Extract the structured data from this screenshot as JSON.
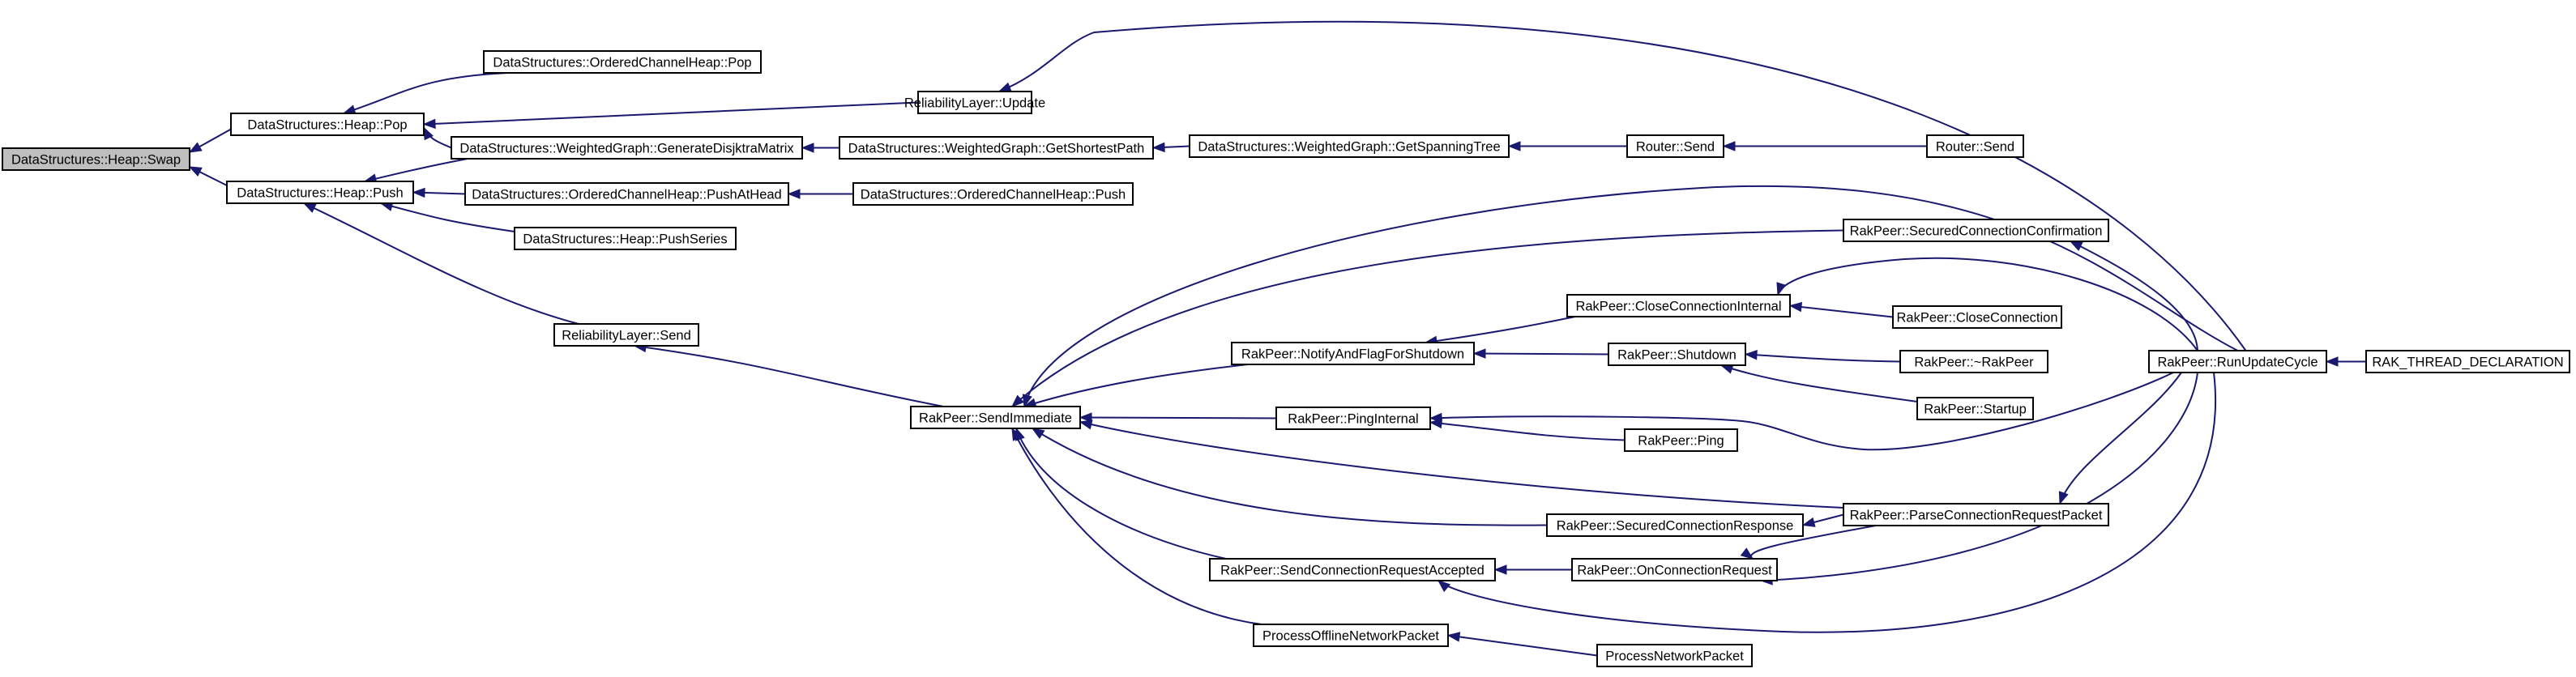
{
  "colors": {
    "edge": "#191970",
    "root_fill": "#bfbfbf",
    "node_fill": "#ffffff",
    "node_border": "#000000"
  },
  "nodes": [
    {
      "id": "swap",
      "label": "DataStructures::Heap::Swap",
      "root": true
    },
    {
      "id": "pop",
      "label": "DataStructures::Heap::Pop"
    },
    {
      "id": "push",
      "label": "DataStructures::Heap::Push"
    },
    {
      "id": "och_pop",
      "label": "DataStructures::OrderedChannelHeap::Pop"
    },
    {
      "id": "rl_update",
      "label": "ReliabilityLayer::Update"
    },
    {
      "id": "wg_gdm",
      "label": "DataStructures::WeightedGraph::GenerateDisjktraMatrix"
    },
    {
      "id": "wg_gsp",
      "label": "DataStructures::WeightedGraph::GetShortestPath"
    },
    {
      "id": "wg_gst",
      "label": "DataStructures::WeightedGraph::GetSpanningTree"
    },
    {
      "id": "router_send1",
      "label": "Router::Send"
    },
    {
      "id": "router_send2",
      "label": "Router::Send"
    },
    {
      "id": "och_pushathead",
      "label": "DataStructures::OrderedChannelHeap::PushAtHead"
    },
    {
      "id": "och_push",
      "label": "DataStructures::OrderedChannelHeap::Push"
    },
    {
      "id": "heap_pushseries",
      "label": "DataStructures::Heap::PushSeries"
    },
    {
      "id": "rl_send",
      "label": "ReliabilityLayer::Send"
    },
    {
      "id": "rp_sendimmediate",
      "label": "RakPeer::SendImmediate"
    },
    {
      "id": "rp_scc",
      "label": "RakPeer::SecuredConnectionConfirmation"
    },
    {
      "id": "rp_cci",
      "label": "RakPeer::CloseConnectionInternal"
    },
    {
      "id": "rp_closeconnection",
      "label": "RakPeer::CloseConnection"
    },
    {
      "id": "rp_nffs",
      "label": "RakPeer::NotifyAndFlagForShutdown"
    },
    {
      "id": "rp_shutdown",
      "label": "RakPeer::Shutdown"
    },
    {
      "id": "rp_dtor",
      "label": "RakPeer::~RakPeer"
    },
    {
      "id": "rp_startup",
      "label": "RakPeer::Startup"
    },
    {
      "id": "rp_ruc",
      "label": "RakPeer::RunUpdateCycle"
    },
    {
      "id": "rak_thread",
      "label": "RAK_THREAD_DECLARATION"
    },
    {
      "id": "rp_pinginternal",
      "label": "RakPeer::PingInternal"
    },
    {
      "id": "rp_ping",
      "label": "RakPeer::Ping"
    },
    {
      "id": "rp_pcrp",
      "label": "RakPeer::ParseConnectionRequestPacket"
    },
    {
      "id": "rp_scr",
      "label": "RakPeer::SecuredConnectionResponse"
    },
    {
      "id": "rp_scra",
      "label": "RakPeer::SendConnectionRequestAccepted"
    },
    {
      "id": "rp_ocr",
      "label": "RakPeer::OnConnectionRequest"
    },
    {
      "id": "ponp",
      "label": "ProcessOfflineNetworkPacket"
    },
    {
      "id": "pnp",
      "label": "ProcessNetworkPacket"
    }
  ],
  "edges": [
    {
      "from": "pop",
      "to": "swap"
    },
    {
      "from": "push",
      "to": "swap"
    },
    {
      "from": "och_pop",
      "to": "pop"
    },
    {
      "from": "rl_update",
      "to": "pop"
    },
    {
      "from": "wg_gdm",
      "to": "pop"
    },
    {
      "from": "wg_gdm",
      "to": "push"
    },
    {
      "from": "och_pushathead",
      "to": "push"
    },
    {
      "from": "heap_pushseries",
      "to": "push"
    },
    {
      "from": "rl_send",
      "to": "push"
    },
    {
      "from": "rp_ruc",
      "to": "rl_update"
    },
    {
      "from": "wg_gsp",
      "to": "wg_gdm"
    },
    {
      "from": "wg_gst",
      "to": "wg_gsp"
    },
    {
      "from": "router_send1",
      "to": "wg_gst"
    },
    {
      "from": "router_send2",
      "to": "router_send1"
    },
    {
      "from": "och_push",
      "to": "och_pushathead"
    },
    {
      "from": "rp_sendimmediate",
      "to": "rl_send"
    },
    {
      "from": "rp_ruc",
      "to": "rp_sendimmediate"
    },
    {
      "from": "rp_scc",
      "to": "rp_sendimmediate"
    },
    {
      "from": "rp_nffs",
      "to": "rp_sendimmediate"
    },
    {
      "from": "rp_pinginternal",
      "to": "rp_sendimmediate"
    },
    {
      "from": "rp_pcrp",
      "to": "rp_sendimmediate"
    },
    {
      "from": "rp_scr",
      "to": "rp_sendimmediate"
    },
    {
      "from": "rp_scra",
      "to": "rp_sendimmediate"
    },
    {
      "from": "ponp",
      "to": "rp_sendimmediate"
    },
    {
      "from": "rp_ruc",
      "to": "rp_scc"
    },
    {
      "from": "rp_cci",
      "to": "rp_nffs"
    },
    {
      "from": "rp_shutdown",
      "to": "rp_nffs"
    },
    {
      "from": "rp_ruc",
      "to": "rp_cci"
    },
    {
      "from": "rp_closeconnection",
      "to": "rp_cci"
    },
    {
      "from": "rp_dtor",
      "to": "rp_shutdown"
    },
    {
      "from": "rp_startup",
      "to": "rp_shutdown"
    },
    {
      "from": "rak_thread",
      "to": "rp_ruc"
    },
    {
      "from": "rp_ruc",
      "to": "rp_pinginternal"
    },
    {
      "from": "rp_ping",
      "to": "rp_pinginternal"
    },
    {
      "from": "rp_ruc",
      "to": "rp_pcrp"
    },
    {
      "from": "rp_pcrp",
      "to": "rp_scr"
    },
    {
      "from": "rp_ocr",
      "to": "rp_scra"
    },
    {
      "from": "rp_ruc",
      "to": "rp_scra"
    },
    {
      "from": "rp_ruc",
      "to": "rp_ocr"
    },
    {
      "from": "rp_pcrp",
      "to": "rp_ocr"
    },
    {
      "from": "pnp",
      "to": "ponp"
    }
  ]
}
